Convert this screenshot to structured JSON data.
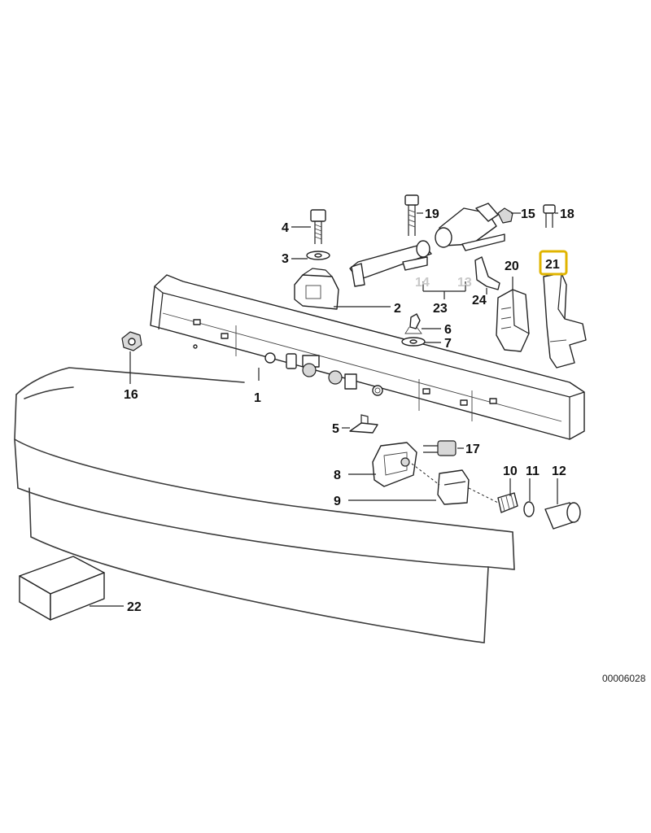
{
  "diagram": {
    "id_code": "00006028",
    "highlighted_part": "21",
    "callouts": {
      "p1": "1",
      "p2": "2",
      "p3": "3",
      "p4": "4",
      "p5": "5",
      "p6": "6",
      "p7": "7",
      "p8": "8",
      "p9": "9",
      "p10": "10",
      "p11": "11",
      "p12": "12",
      "p13": "13",
      "p14": "14",
      "p15": "15",
      "p16": "16",
      "p17": "17",
      "p18": "18",
      "p19": "19",
      "p20": "20",
      "p21": "21",
      "p22": "22",
      "p23": "23",
      "p24": "24"
    },
    "colors": {
      "highlight": "#e0b400",
      "line": "#222222",
      "faint_label": "#c8c8c8"
    }
  }
}
